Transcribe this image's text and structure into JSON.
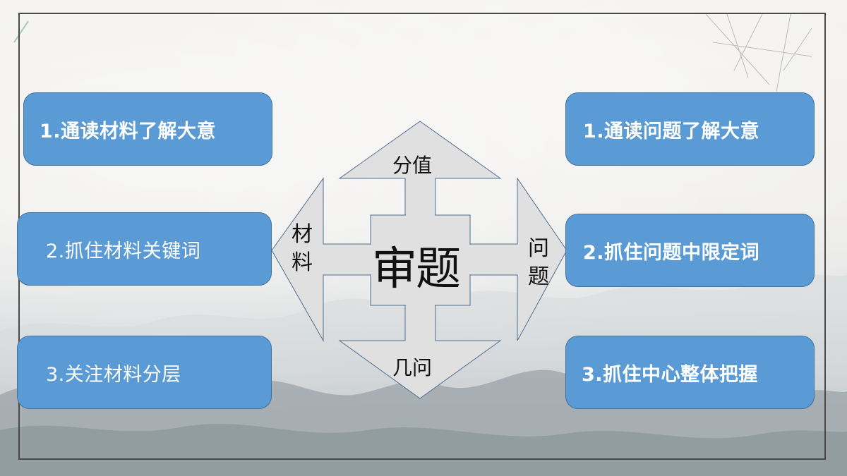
{
  "slide": {
    "theme_colors": {
      "box_fill": "#5b9bd5",
      "box_border": "#41719c",
      "arrow_fill": "#e0e0e0",
      "arrow_border": "#4f6f8f",
      "frame": "#4a4a4a"
    }
  },
  "center": {
    "label": "审题",
    "up_label": "分值",
    "down_label": "几问",
    "left_label_1": "材",
    "left_label_2": "料",
    "right_label_1": "问",
    "right_label_2": "题"
  },
  "left_boxes": [
    {
      "label": "1.通读材料了解大意"
    },
    {
      "label": "2.抓住材料关键词"
    },
    {
      "label": "3.关注材料分层"
    }
  ],
  "right_boxes": [
    {
      "label": "1.通读问题了解大意"
    },
    {
      "label": "2.抓住问题中限定词"
    },
    {
      "label": "3.抓住中心整体把握"
    }
  ]
}
